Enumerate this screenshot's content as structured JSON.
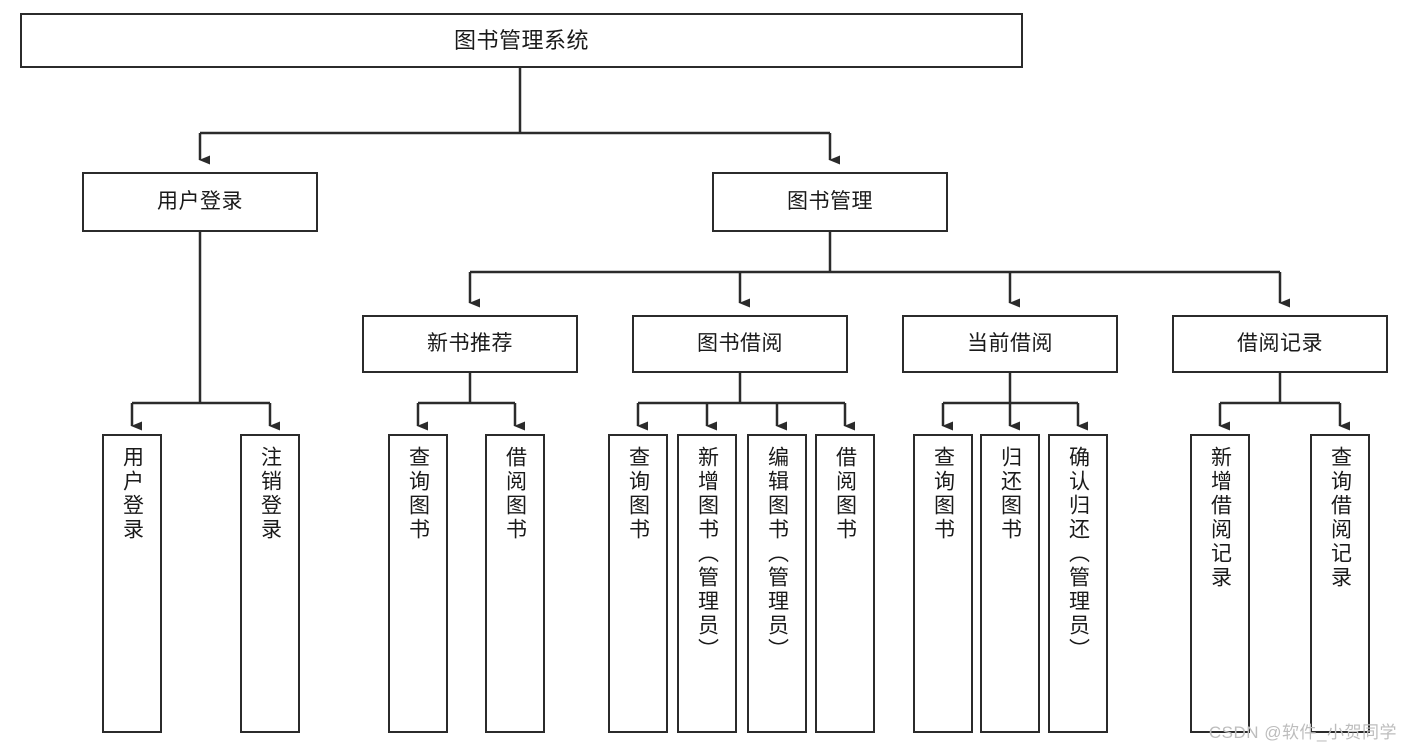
{
  "diagram": {
    "type": "tree-hierarchy-chart",
    "title": "图书管理系统",
    "orientation": "top-down",
    "colors": {
      "box_border": "#2b2b2b",
      "box_fill": "#ffffff",
      "connector": "#2b2b2b",
      "background": "#ffffff",
      "watermark": "#bdbdbd"
    },
    "levels": {
      "root": {
        "label": "图书管理系统"
      },
      "level2": [
        {
          "id": "user-login",
          "label": "用户登录"
        },
        {
          "id": "book-management",
          "label": "图书管理"
        }
      ],
      "level3": [
        {
          "id": "new-book-recommend",
          "label": "新书推荐",
          "parent": "book-management"
        },
        {
          "id": "book-borrow",
          "label": "图书借阅",
          "parent": "book-management"
        },
        {
          "id": "current-borrow",
          "label": "当前借阅",
          "parent": "book-management"
        },
        {
          "id": "borrow-record",
          "label": "借阅记录",
          "parent": "book-management"
        }
      ],
      "leaves": [
        {
          "id": "leaf-user-login",
          "label": "用户登录",
          "parent": "user-login"
        },
        {
          "id": "leaf-logout-login",
          "label": "注销登录",
          "parent": "user-login"
        },
        {
          "id": "leaf-query-book-1",
          "label": "查询图书",
          "parent": "new-book-recommend"
        },
        {
          "id": "leaf-borrow-book-1",
          "label": "借阅图书",
          "parent": "new-book-recommend"
        },
        {
          "id": "leaf-query-book-2",
          "label": "查询图书",
          "parent": "book-borrow"
        },
        {
          "id": "leaf-add-book",
          "label": "新增图书（管理员）",
          "parent": "book-borrow"
        },
        {
          "id": "leaf-edit-book",
          "label": "编辑图书（管理员）",
          "parent": "book-borrow"
        },
        {
          "id": "leaf-borrow-book-2",
          "label": "借阅图书",
          "parent": "book-borrow"
        },
        {
          "id": "leaf-query-book-3",
          "label": "查询图书",
          "parent": "current-borrow"
        },
        {
          "id": "leaf-return-book",
          "label": "归还图书",
          "parent": "current-borrow"
        },
        {
          "id": "leaf-confirm-return",
          "label": "确认归还（管理员）",
          "parent": "current-borrow"
        },
        {
          "id": "leaf-add-record",
          "label": "新增借阅记录",
          "parent": "borrow-record"
        },
        {
          "id": "leaf-query-record",
          "label": "查询借阅记录",
          "parent": "borrow-record"
        }
      ]
    }
  },
  "watermark": {
    "text": "CSDN @软件_小贺同学"
  }
}
